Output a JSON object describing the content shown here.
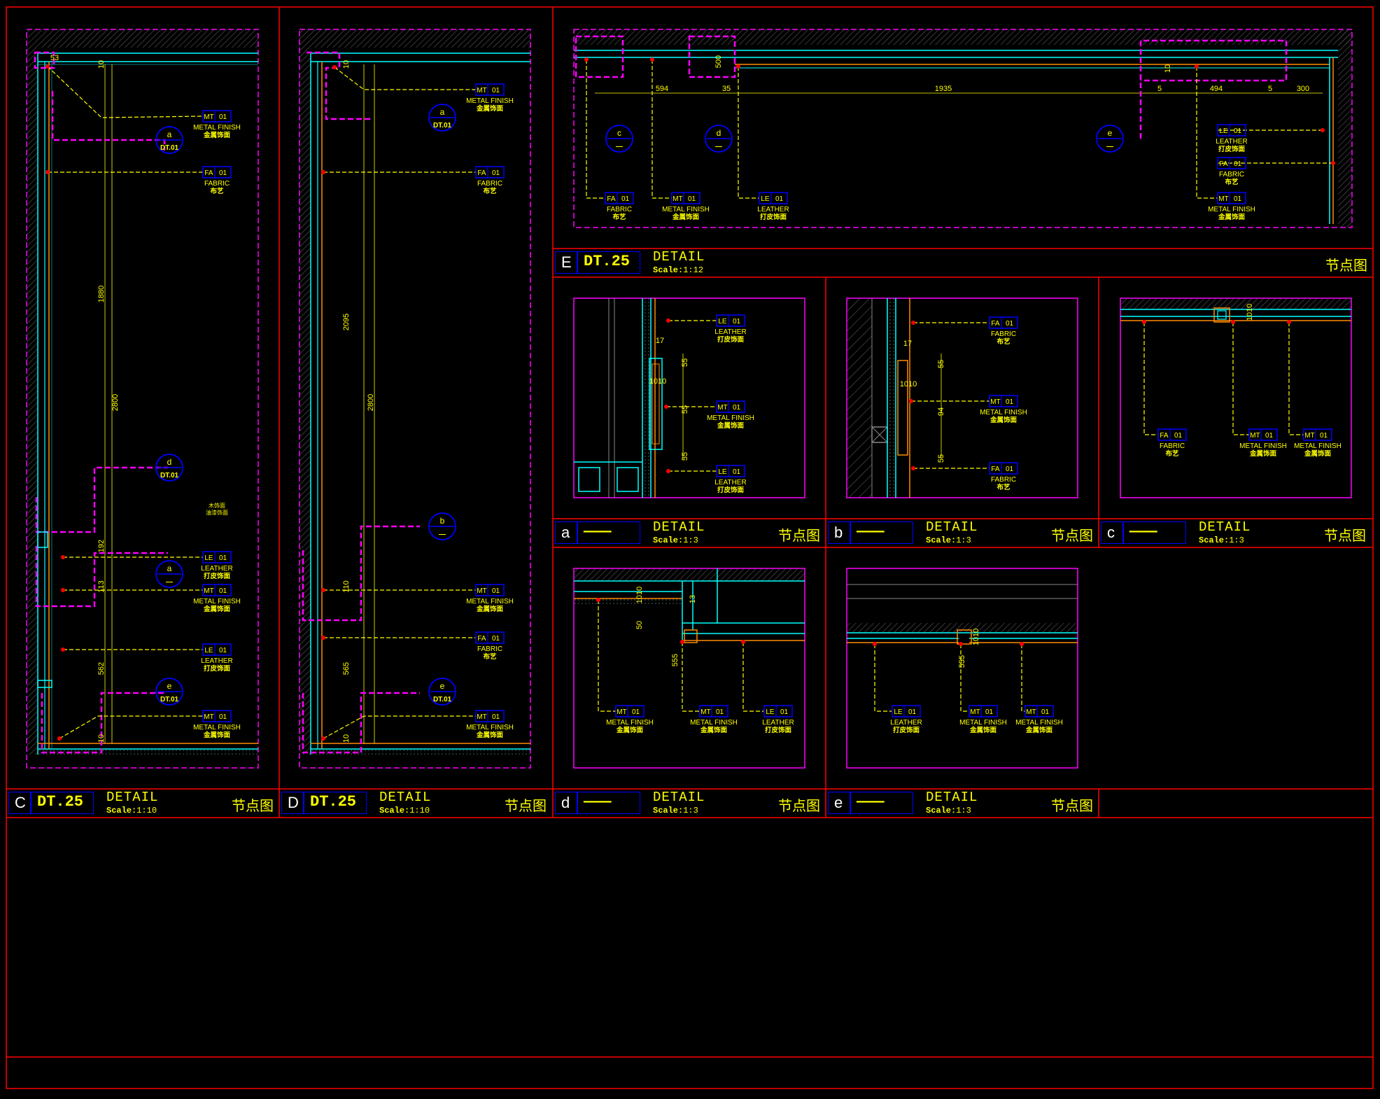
{
  "colors": {
    "frame": "#ff0000",
    "boundary": "#ff00ff",
    "leader": "#ffff00",
    "callout": "#0000ff",
    "wall": "#00ffff",
    "finish": "#ff8c00",
    "background": "#000000"
  },
  "labels": {
    "mt": "MT",
    "fa": "FA",
    "le": "LE",
    "num": "01",
    "metal_finish": "METAL FINISH",
    "metal_finish_cn": "金属饰面",
    "fabric": "FABRIC",
    "fabric_cn": "布艺",
    "leather": "LEATHER",
    "leather_cn": "打皮饰面",
    "ref_dt": "DT.01"
  },
  "title_blocks": [
    {
      "id": "C",
      "letter": "C",
      "code": "DT.25",
      "detail": "DETAIL",
      "scale_prefix": "Scale:",
      "scale": "1:10",
      "cn": "节点图"
    },
    {
      "id": "D",
      "letter": "D",
      "code": "DT.25",
      "detail": "DETAIL",
      "scale_prefix": "Scale:",
      "scale": "1:10",
      "cn": "节点图"
    },
    {
      "id": "E",
      "letter": "E",
      "code": "DT.25",
      "detail": "DETAIL",
      "scale_prefix": "Scale:",
      "scale": "1:12",
      "cn": "节点图"
    },
    {
      "id": "a",
      "letter": "a",
      "code": "———",
      "detail": "DETAIL",
      "scale_prefix": "Scale:",
      "scale": "1:3",
      "cn": "节点图"
    },
    {
      "id": "b",
      "letter": "b",
      "code": "———",
      "detail": "DETAIL",
      "scale_prefix": "Scale:",
      "scale": "1:3",
      "cn": "节点图"
    },
    {
      "id": "c",
      "letter": "c",
      "code": "———",
      "detail": "DETAIL",
      "scale_prefix": "Scale:",
      "scale": "1:3",
      "cn": "节点图"
    },
    {
      "id": "d",
      "letter": "d",
      "code": "———",
      "detail": "DETAIL",
      "scale_prefix": "Scale:",
      "scale": "1:3",
      "cn": "节点图"
    },
    {
      "id": "e",
      "letter": "e",
      "code": "———",
      "detail": "DETAIL",
      "scale_prefix": "Scale:",
      "scale": "1:3",
      "cn": "节点图"
    }
  ],
  "dimensions": {
    "C": [
      "53",
      "10",
      "1880",
      "2800",
      "192",
      "113",
      "562",
      "10"
    ],
    "D": [
      "10",
      "2095",
      "2800",
      "110",
      "565",
      "10"
    ],
    "E": [
      "594",
      "35",
      "1935",
      "494",
      "300",
      "500",
      "10",
      "5",
      "5"
    ],
    "a": [
      "17",
      "1010",
      "55",
      "55",
      "55"
    ],
    "b": [
      "17",
      "55",
      "1010",
      "94",
      "55"
    ],
    "c": [
      "1010"
    ],
    "d": [
      "1010",
      "50",
      "13",
      "555"
    ],
    "e": [
      "1010",
      "555"
    ]
  },
  "callouts": {
    "C": [
      {
        "letter": "a",
        "ref": "DT.01"
      },
      {
        "letter": "d",
        "ref": "DT.01"
      },
      {
        "letter": "a",
        "ref": "—"
      },
      {
        "letter": "e",
        "ref": "DT.01"
      }
    ],
    "D": [
      {
        "letter": "a",
        "ref": "DT.01"
      },
      {
        "letter": "b",
        "ref": "—"
      },
      {
        "letter": "e",
        "ref": "DT.01"
      }
    ],
    "E": [
      {
        "letter": "c",
        "ref": "—"
      },
      {
        "letter": "d",
        "ref": "—"
      },
      {
        "letter": "e",
        "ref": "—"
      }
    ]
  },
  "small_note": {
    "line1": "木饰面",
    "line2": "油漆饰面"
  }
}
